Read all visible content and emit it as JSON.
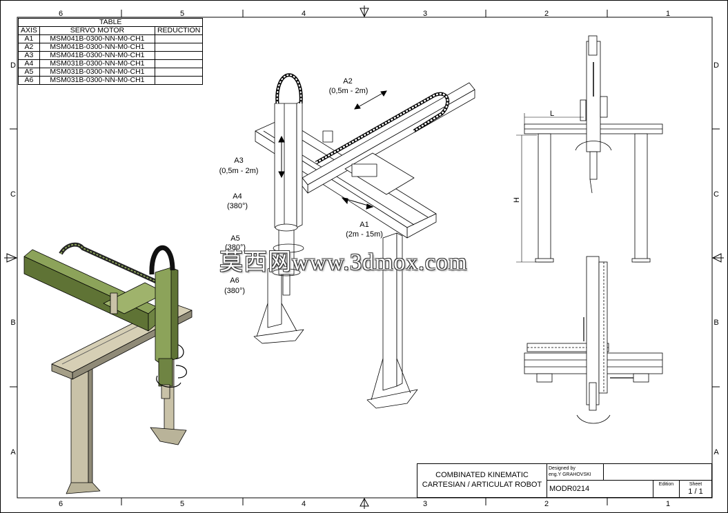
{
  "border": {
    "cols_top": [
      "6",
      "5",
      "4",
      "3",
      "2",
      "1"
    ],
    "cols_bottom": [
      "6",
      "5",
      "4",
      "3",
      "2",
      "1"
    ],
    "rows_left": [
      "D",
      "C",
      "B",
      "A"
    ],
    "rows_right": [
      "D",
      "C",
      "B",
      "A"
    ]
  },
  "table": {
    "title": "TABLE",
    "headers": [
      "AXIS",
      "SERVO MOTOR",
      "REDUCTION"
    ],
    "rows": [
      {
        "axis": "A1",
        "motor": "MSM041B-0300-NN-M0-CH1",
        "reduction": ""
      },
      {
        "axis": "A2",
        "motor": "MSM041B-0300-NN-M0-CH1",
        "reduction": ""
      },
      {
        "axis": "A3",
        "motor": "MSM041B-0300-NN-M0-CH1",
        "reduction": ""
      },
      {
        "axis": "A4",
        "motor": "MSM031B-0300-NN-M0-CH1",
        "reduction": ""
      },
      {
        "axis": "A5",
        "motor": "MSM031B-0300-NN-M0-CH1",
        "reduction": ""
      },
      {
        "axis": "A6",
        "motor": "MSM031B-0300-NN-M0-CH1",
        "reduction": ""
      }
    ]
  },
  "annotations": {
    "a2_label": "A2",
    "a2_range": "(0,5m - 2m)",
    "a3_label": "A3",
    "a3_range": "(0,5m - 2m)",
    "a4_label": "A4",
    "a4_range": "(380°)",
    "a5_label": "A5",
    "a5_range": "(380°)",
    "a1_label": "A1",
    "a1_range": "(2m - 15m)",
    "a6_label": "A6",
    "a6_range": "(380°)",
    "dim_l": "L",
    "dim_h": "H"
  },
  "watermark": "莫西网www.3dmox.com",
  "title_block": {
    "title_line1": "COMBINATED KINEMATIC",
    "title_line2": "CARTESIAN / ARTICULAT ROBOT",
    "designed_by_label": "Designed by",
    "designer": "eng.Y GRAHOVSKI",
    "drawing_number": "MODR0214",
    "edition_label": "Edition",
    "sheet_label": "Sheet",
    "sheet_value": "1 / 1"
  },
  "colors": {
    "line": "#000000",
    "green_body": "#8ca35a",
    "green_dark": "#5f7335",
    "steel": "#c9c2a8",
    "steel_dark": "#8f8a77"
  }
}
